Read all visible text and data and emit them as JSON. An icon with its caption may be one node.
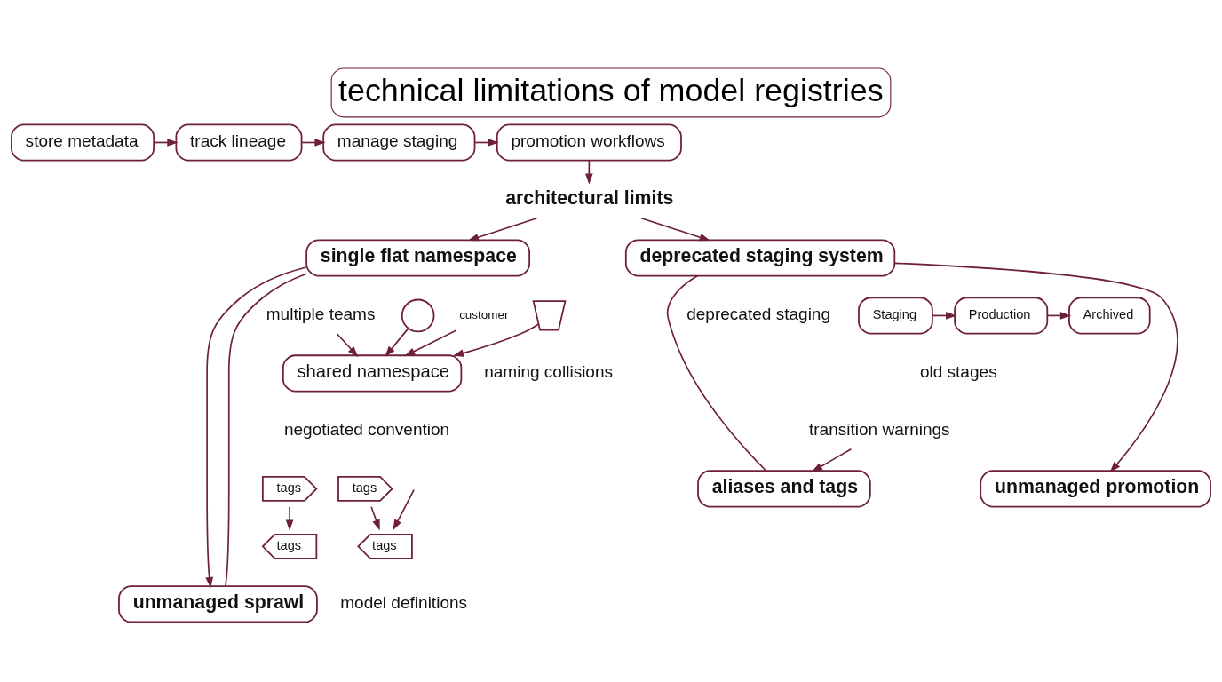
{
  "diagram": {
    "title": "technical limitations of model registries",
    "nodes": [
      {
        "text": [
          "store metadata"
        ]
      },
      {
        "text": [
          "track lineage"
        ]
      },
      {
        "text": [
          "manage staging"
        ]
      },
      {
        "text": [
          "promotion workflows"
        ]
      },
      {
        "text": [
          "architectural limits"
        ]
      },
      {
        "text": [
          "single flat namespace"
        ]
      },
      {
        "text": [
          "multiple teams"
        ]
      },
      {
        "text": [
          "shared namespace"
        ]
      },
      {
        "text": [],
        "shape": "person"
      },
      {
        "text": [
          "customer"
        ]
      },
      {
        "text": [],
        "shape": "picture"
      },
      {
        "text": [
          "tags"
        ]
      },
      {
        "text": [
          "tags"
        ]
      },
      {
        "text": [
          "tags"
        ]
      },
      {
        "text": [
          "tags"
        ]
      },
      {
        "text": [
          "unmanaged sprawl"
        ]
      },
      {
        "text": [
          "deprecated staging system"
        ]
      },
      {
        "text": [
          "deprecated staging"
        ]
      },
      {
        "text": [
          "Staging"
        ]
      },
      {
        "text": [
          "Production"
        ]
      },
      {
        "text": [
          "Archived"
        ]
      },
      {
        "text": [
          "transition warnings"
        ]
      },
      {
        "text": [
          "aliases and tags"
        ]
      },
      {
        "text": [
          "unmanaged promotion"
        ]
      }
    ],
    "edges": [
      {
        "from": 0,
        "to": 1,
        "arrow": "to"
      },
      {
        "from": 1,
        "to": 2,
        "arrow": "to"
      },
      {
        "from": 2,
        "to": 3,
        "arrow": "to"
      },
      {
        "from": 3,
        "to": 4,
        "arrow": "to"
      },
      {
        "from": 4,
        "to": 5,
        "arrow": "to"
      },
      {
        "from": 4,
        "to": 16,
        "arrow": "to"
      },
      {
        "from": 6,
        "to": 7,
        "arrow": "to"
      },
      {
        "from": 8,
        "to": 7,
        "arrow": "to"
      },
      {
        "from": 9,
        "to": 7,
        "arrow": "to"
      },
      {
        "from": 10,
        "to": 7,
        "arrow": "to"
      },
      {
        "from": 11,
        "to": 14,
        "arrow": "to"
      },
      {
        "from": 13,
        "to": 12,
        "arrow": "to"
      },
      {
        "from": null,
        "to": 14,
        "arrow": "to"
      },
      {
        "from": 5,
        "to": 15,
        "arrow": "to"
      },
      {
        "from": 5,
        "to": 15,
        "arrow": "none"
      },
      {
        "from": 18,
        "to": 19,
        "arrow": "to"
      },
      {
        "from": 19,
        "to": 20,
        "arrow": "to"
      },
      {
        "from": 21,
        "to": 22,
        "arrow": "to"
      },
      {
        "from": 16,
        "to": 23,
        "arrow": "to"
      },
      {
        "from": 16,
        "to": 22,
        "arrow": "none"
      }
    ],
    "labels": [
      "naming collisions",
      "negotiated convention",
      "model definitions",
      "old stages"
    ]
  }
}
